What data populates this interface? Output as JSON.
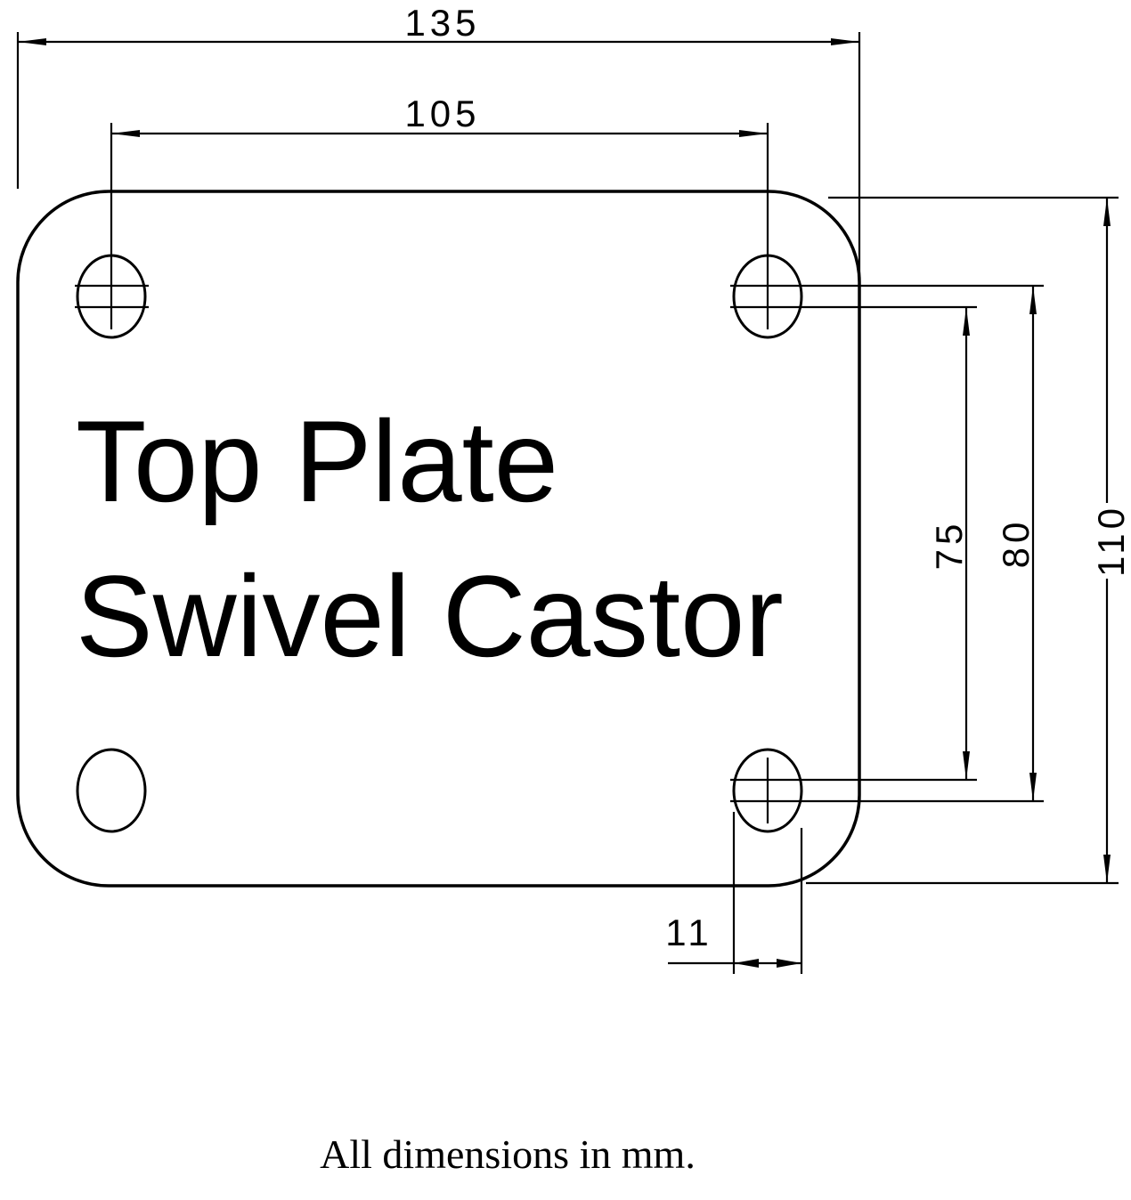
{
  "drawing": {
    "title_line1": "Top Plate",
    "title_line2": "Swivel Castor",
    "note": "All dimensions in mm.",
    "dims": {
      "plate_width": "135",
      "hole_spacing_x": "105",
      "hole_spacing_y_inner": "75",
      "hole_spacing_y": "80",
      "plate_height": "110",
      "slot_width": "11"
    },
    "colors": {
      "line": "#000000",
      "background": "#ffffff"
    }
  }
}
